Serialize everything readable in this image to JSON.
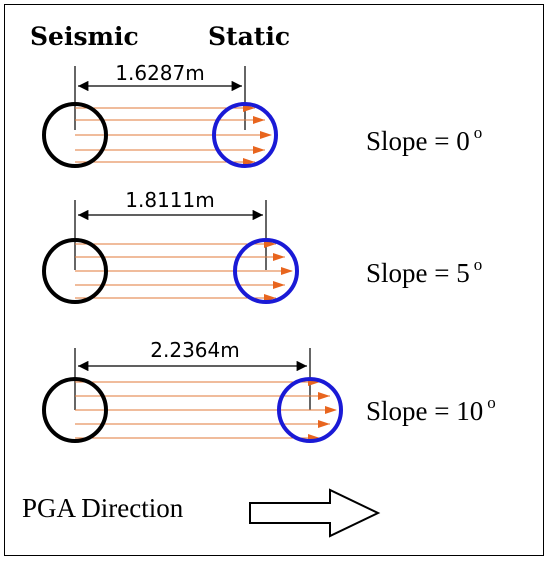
{
  "headers": {
    "seismic": "Seismic",
    "static": "Static"
  },
  "panels": [
    {
      "distance": "1.6287m",
      "slope_label": "Slope = 0",
      "slope_sup": "o"
    },
    {
      "distance": "1.8111m",
      "slope_label": "Slope = 5",
      "slope_sup": "o"
    },
    {
      "distance": "2.2364m",
      "slope_label": "Slope = 10",
      "slope_sup": "o"
    }
  ],
  "footer": {
    "label": "PGA Direction"
  },
  "colors": {
    "seismic_circle": "#000000",
    "static_circle": "#1a1ad6",
    "flow_lines": "#e07a3a",
    "arrowheads": "#e8651e"
  },
  "icons": {
    "direction": "right-arrow-outline-icon"
  }
}
